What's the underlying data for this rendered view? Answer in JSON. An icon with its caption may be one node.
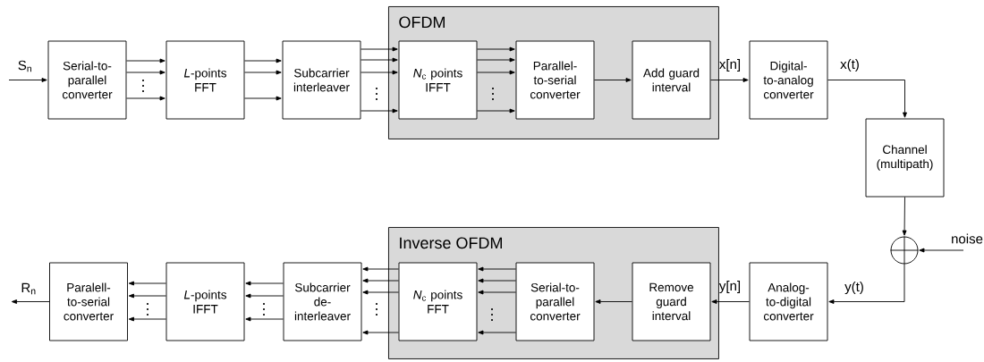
{
  "diagram": {
    "nodes": [
      {
        "text": [
          "OFDM"
        ]
      },
      {
        "text": [
          "Serial-to-parallel converter"
        ]
      },
      {
        "text": [
          "*L*-points FFT"
        ]
      },
      {
        "text": [
          "Subcarrier interleaver"
        ]
      },
      {
        "text": [
          "*N*$_{c}$ points IFFT"
        ],
        "in": 0
      },
      {
        "text": [
          "Parallel-to-serial converter"
        ],
        "in": 0
      },
      {
        "text": [
          "Add guard interval"
        ],
        "in": 0
      },
      {
        "text": [
          "Digital-to-analog converter"
        ]
      },
      {
        "text": [
          "Channel (multipath)"
        ]
      },
      {
        "text": [],
        "shape": "circle"
      },
      {
        "text": [
          "Inverse OFDM"
        ]
      },
      {
        "text": [
          "*N*$_{c}$ points FFT"
        ],
        "in": 10
      },
      {
        "text": [
          "Serial-to-parallel converter"
        ],
        "in": 10
      },
      {
        "text": [
          "Remove guard interval"
        ],
        "in": 10
      },
      {
        "text": [
          "Analog-to-digital converter"
        ]
      },
      {
        "text": [
          "Paralell-to-serial converter"
        ]
      },
      {
        "text": [
          "*L*-points IFFT"
        ]
      },
      {
        "text": [
          "Subcarrier de-interleaver"
        ]
      }
    ],
    "edges": [
      {
        "from": null,
        "to": 1,
        "arrow": "to",
        "label": "S$_{n}$"
      },
      {
        "from": 1,
        "to": 2,
        "arrow": "to"
      },
      {
        "from": 1,
        "to": 2,
        "arrow": "to"
      },
      {
        "from": 1,
        "to": 2,
        "arrow": "to"
      },
      {
        "from": 2,
        "to": 3,
        "arrow": "to"
      },
      {
        "from": 2,
        "to": 3,
        "arrow": "to"
      },
      {
        "from": 2,
        "to": 3,
        "arrow": "to"
      },
      {
        "from": 3,
        "to": 4,
        "arrow": "to"
      },
      {
        "from": 3,
        "to": 4,
        "arrow": "to"
      },
      {
        "from": 3,
        "to": 4,
        "arrow": "to"
      },
      {
        "from": 3,
        "to": 4,
        "arrow": "to"
      },
      {
        "from": 4,
        "to": 5,
        "arrow": "to"
      },
      {
        "from": 4,
        "to": 5,
        "arrow": "to"
      },
      {
        "from": 4,
        "to": 5,
        "arrow": "to"
      },
      {
        "from": 4,
        "to": 5,
        "arrow": "to"
      },
      {
        "from": 5,
        "to": 6,
        "arrow": "to"
      },
      {
        "from": 6,
        "to": 7,
        "arrow": "to",
        "label": "x[n]"
      },
      {
        "from": 7,
        "to": 8,
        "arrow": "to",
        "label": "x(t)"
      },
      {
        "from": 8,
        "to": 9,
        "arrow": "to"
      },
      {
        "from": null,
        "to": 9,
        "arrow": "to",
        "label": "noise"
      },
      {
        "from": 9,
        "to": 14,
        "arrow": "to",
        "label": "y(t)"
      },
      {
        "from": 14,
        "to": 13,
        "arrow": "to",
        "label": "y[n]"
      },
      {
        "from": 13,
        "to": 12,
        "arrow": "to"
      },
      {
        "from": 12,
        "to": 11,
        "arrow": "to"
      },
      {
        "from": 12,
        "to": 11,
        "arrow": "to"
      },
      {
        "from": 12,
        "to": 11,
        "arrow": "to"
      },
      {
        "from": 12,
        "to": 11,
        "arrow": "to"
      },
      {
        "from": 11,
        "to": 17,
        "arrow": "to"
      },
      {
        "from": 11,
        "to": 17,
        "arrow": "to"
      },
      {
        "from": 11,
        "to": 17,
        "arrow": "to"
      },
      {
        "from": 11,
        "to": 17,
        "arrow": "to"
      },
      {
        "from": 17,
        "to": 16,
        "arrow": "to"
      },
      {
        "from": 17,
        "to": 16,
        "arrow": "to"
      },
      {
        "from": 17,
        "to": 16,
        "arrow": "to"
      },
      {
        "from": 16,
        "to": 15,
        "arrow": "to"
      },
      {
        "from": 16,
        "to": 15,
        "arrow": "to"
      },
      {
        "from": 16,
        "to": 15,
        "arrow": "to"
      },
      {
        "from": 15,
        "to": null,
        "arrow": "to",
        "label": "R$_{n}$"
      }
    ]
  }
}
